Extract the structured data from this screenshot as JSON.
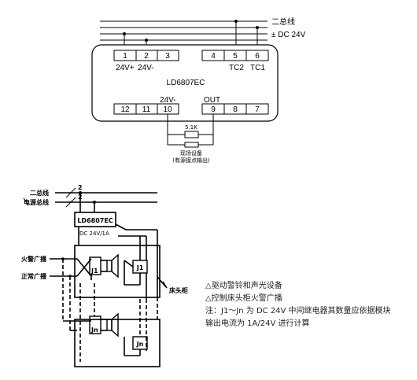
{
  "top": {
    "bus_label": "二总线",
    "power_label": "± DC  24V",
    "module_name": "LD6807EC",
    "top_terminals": [
      "1",
      "2",
      "3",
      "4",
      "5",
      "6"
    ],
    "top_labels": [
      "24V+",
      "24V-",
      "TC2",
      "TC1"
    ],
    "bottom_terminals": [
      "12",
      "11",
      "10",
      "9",
      "8",
      "7"
    ],
    "bottom_labels": [
      "24V-",
      "OUT"
    ],
    "resistor": "5.1K",
    "device_line1": "现场设备",
    "device_line2": "(有源接点输出)"
  },
  "bottom": {
    "bus_label": "二总线",
    "power_label": "电源总线",
    "bus_count": "2",
    "power_count": "2",
    "module_name": "LD6807EC",
    "dc_label": "DC 24V/1A",
    "fire_broadcast": "火警广播",
    "normal_broadcast": "正常广播",
    "relay1": "J1",
    "relayn": "Jn",
    "cabinet": "床头柜"
  },
  "notes": [
    "△驱动警铃和声光设备",
    "△控制床头柜火警广播",
    "注：J1～Jn 为 DC 24V 中间继电器其数量应依据模块",
    "输出电流为 1A/24V 进行计算"
  ]
}
